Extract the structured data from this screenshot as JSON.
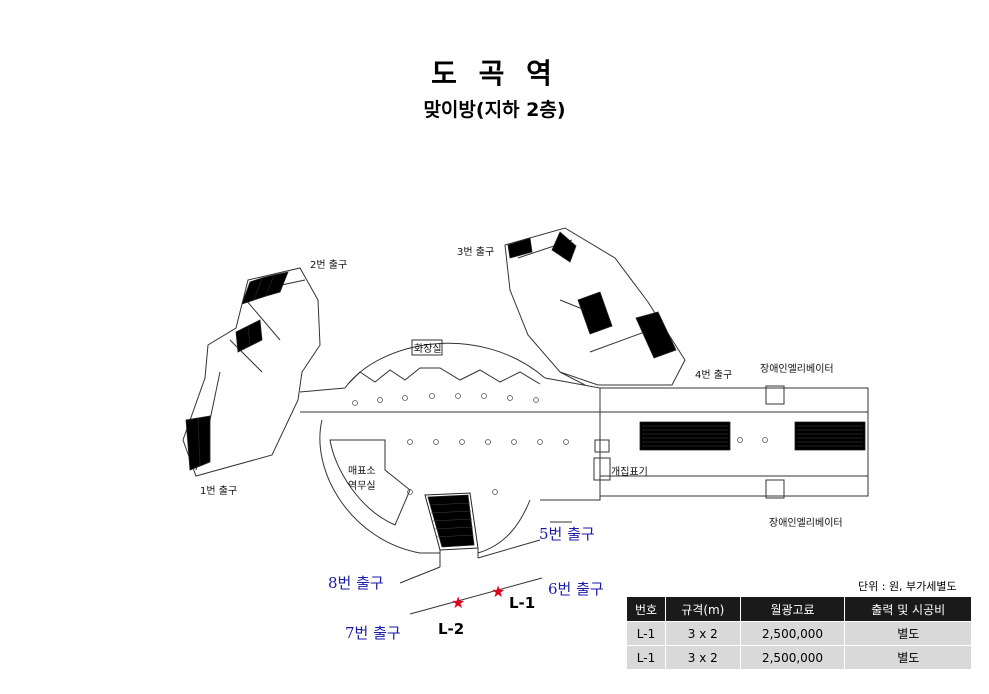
{
  "header": {
    "title": "도 곡 역",
    "subtitle": "맞이방(지하 2층)"
  },
  "map": {
    "labels": {
      "exit1": "1번 출구",
      "exit2": "2번 출구",
      "exit3": "3번 출구",
      "exit4": "4번 출구",
      "restroom": "화장실",
      "ticket_office_line1": "매표소",
      "ticket_office_line2": "역무실",
      "gate": "개집표기",
      "elevator_top": "장애인엘리베이터",
      "elevator_bottom": "장애인엘리베이터"
    },
    "highlighted_exits": {
      "exit5": "5번 출구",
      "exit6": "6번 출구",
      "exit7": "7번 출구",
      "exit8": "8번 출구"
    },
    "ad_locations": [
      {
        "code": "L-1",
        "marker": "red-star"
      },
      {
        "code": "L-2",
        "marker": "red-star"
      }
    ]
  },
  "pricing": {
    "unit_note": "단위 : 원, 부가세별도",
    "headers": [
      "번호",
      "규격(m)",
      "월광고료",
      "출력 및 시공비"
    ],
    "rows": [
      [
        "L-1",
        "3 x 2",
        "2,500,000",
        "별도"
      ],
      [
        "L-1",
        "3 x 2",
        "2,500,000",
        "별도"
      ]
    ]
  },
  "colors": {
    "exit_label": "#1a1aa8",
    "marker": "#e0001b",
    "table_header": "#1a1a1a",
    "table_cell": "#d9d9d9"
  }
}
